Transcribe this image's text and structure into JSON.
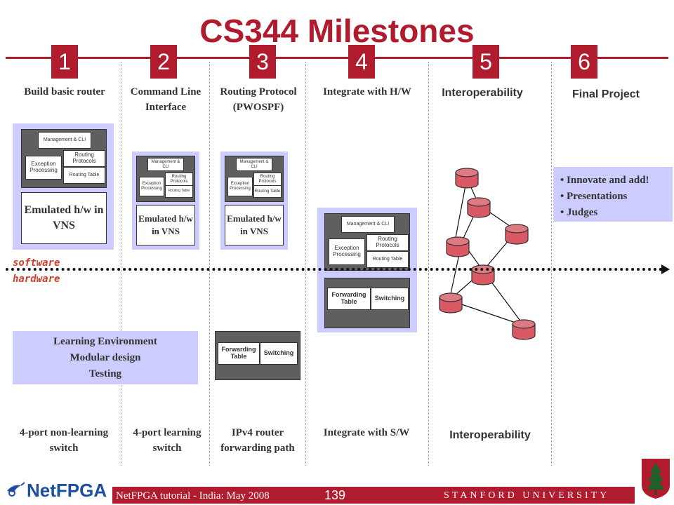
{
  "title": "CS344 Milestones",
  "milestones": [
    {
      "number": "1",
      "top_label": "Build basic router",
      "bottom_label": "4-port non-learning switch"
    },
    {
      "number": "2",
      "top_label": "Command Line Interface",
      "bottom_label": "4-port learning switch"
    },
    {
      "number": "3",
      "top_label": "Routing Protocol (PWOSPF)",
      "bottom_label": "IPv4 router forwarding path"
    },
    {
      "number": "4",
      "top_label": "Integrate with H/W",
      "bottom_label": "Integrate with S/W"
    },
    {
      "number": "5",
      "top_label": "Interoperability",
      "bottom_label": "Interoperability"
    },
    {
      "number": "6",
      "top_label": "Final Project",
      "bottom_label": ""
    }
  ],
  "diagram": {
    "management": "Management & CLI",
    "exception": "Exception Processing",
    "routing_protocols": "Routing Protocols",
    "routing_table": "Routing Table",
    "emulated": "Emulated h/w in VNS",
    "forwarding_table": "Forwarding Table",
    "switching": "Switching"
  },
  "layers": {
    "software": "software",
    "hardware": "hardware"
  },
  "learning_box": [
    "Learning Environment",
    "Modular design",
    "Testing"
  ],
  "final_bullets": [
    "Innovate and add!",
    "Presentations",
    "Judges"
  ],
  "footer": {
    "tutorial": "NetFPGA tutorial - India: May 2008",
    "page": "139",
    "university": "STANFORD UNIVERSITY",
    "logo": "NetFPGA"
  },
  "colors": {
    "accent": "#b01c2e",
    "panel": "#ccccff",
    "blue": "#1d4fa0"
  }
}
